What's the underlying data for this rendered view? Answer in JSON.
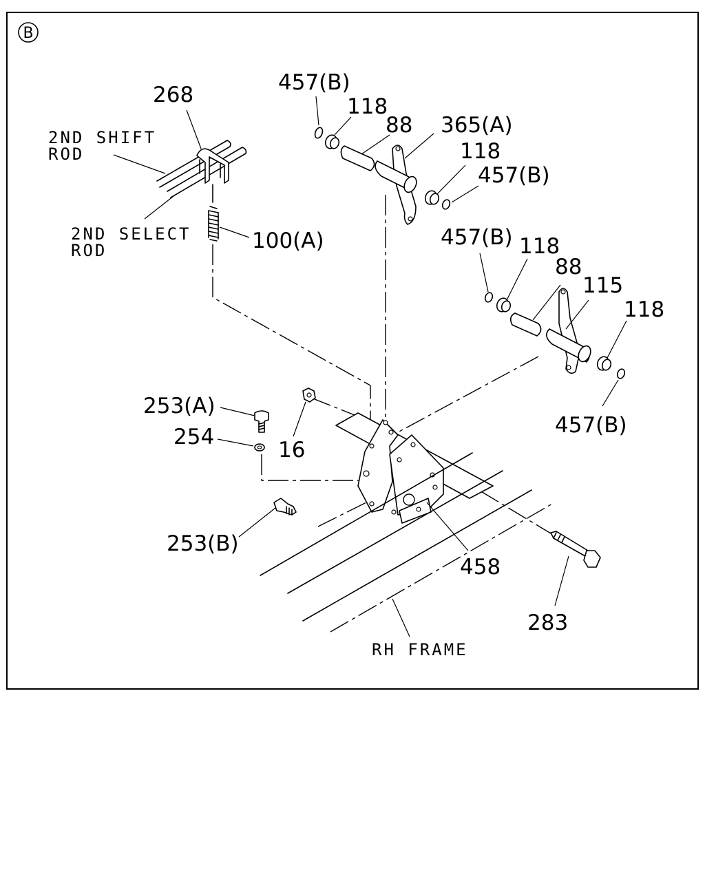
{
  "view_marker": "B",
  "text_labels": {
    "second_shift_rod_line1": "2ND SHIFT",
    "second_shift_rod_line2": "ROD",
    "second_select_rod_line1": "2ND SELECT",
    "second_select_rod_line2": "ROD",
    "rh_frame": "RH FRAME"
  },
  "callouts": {
    "p268": "268",
    "p100a": "100(A)",
    "p457b_top": "457(B)",
    "p118_top": "118",
    "p88_top": "88",
    "p365a": "365(A)",
    "p118_top_right": "118",
    "p457b_top_right": "457(B)",
    "p457b_mid": "457(B)",
    "p118_mid": "118",
    "p88_mid": "88",
    "p115": "115",
    "p118_mid_right": "118",
    "p457b_bottom": "457(B)",
    "p253a": "253(A)",
    "p254": "254",
    "p16": "16",
    "p253b": "253(B)",
    "p458": "458",
    "p283": "283"
  }
}
